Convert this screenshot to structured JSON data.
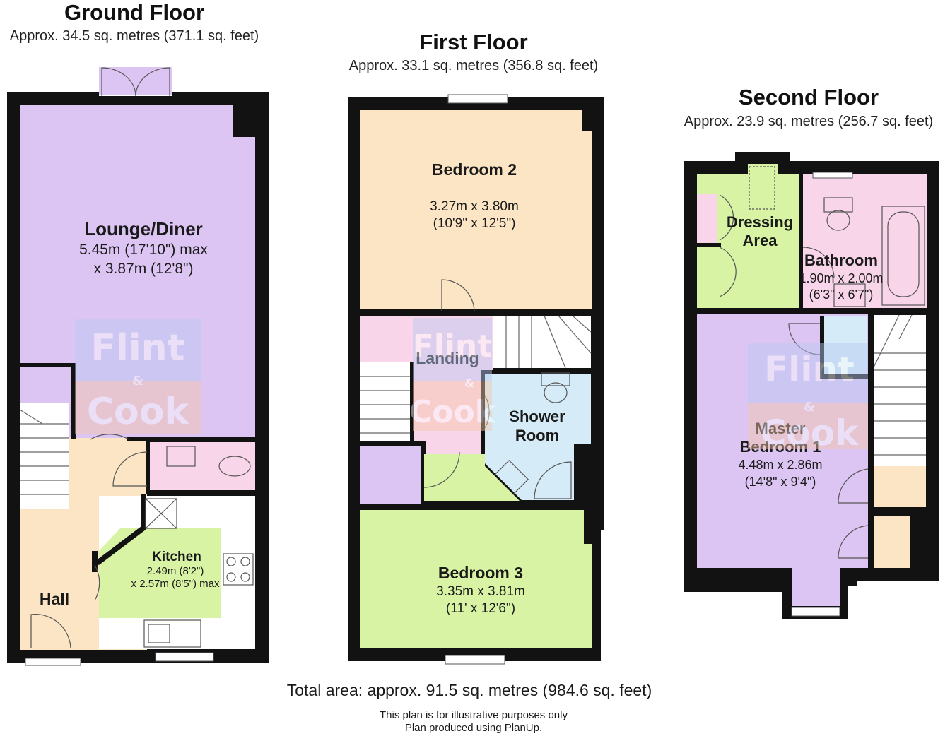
{
  "floors": {
    "ground": {
      "title": "Ground Floor",
      "area": "Approx. 34.5 sq. metres (371.1 sq. feet)",
      "rooms": {
        "lounge": {
          "name": "Lounge/Diner",
          "dim1": "5.45m (17'10\") max",
          "dim2": "x 3.87m (12'8\")"
        },
        "kitchen": {
          "name": "Kitchen",
          "dim1": "2.49m (8'2\")",
          "dim2": "x 2.57m (8'5\") max"
        },
        "hall": {
          "name": "Hall"
        }
      }
    },
    "first": {
      "title": "First Floor",
      "area": "Approx. 33.1 sq. metres (356.8 sq. feet)",
      "rooms": {
        "bedroom2": {
          "name": "Bedroom 2",
          "dim1": "3.27m x 3.80m",
          "dim2": "(10'9\" x 12'5\")"
        },
        "landing": {
          "name": "Landing"
        },
        "shower": {
          "name1": "Shower",
          "name2": "Room"
        },
        "bedroom3": {
          "name": "Bedroom 3",
          "dim1": "3.35m x 3.81m",
          "dim2": "(11' x 12'6\")"
        }
      }
    },
    "second": {
      "title": "Second Floor",
      "area": "Approx. 23.9 sq. metres (256.7 sq. feet)",
      "rooms": {
        "dressing": {
          "name1": "Dressing",
          "name2": "Area"
        },
        "bathroom": {
          "name": "Bathroom",
          "dim1": "1.90m x 2.00m",
          "dim2": "(6'3\" x 6'7\")"
        },
        "master": {
          "name1": "Master",
          "name2": "Bedroom 1",
          "dim1": "4.48m x 2.86m",
          "dim2": "(14'8\" x 9'4\")"
        }
      }
    }
  },
  "footer": {
    "total": "Total area: approx. 91.5 sq. metres (984.6 sq. feet)",
    "note1": "This plan is for illustrative purposes only",
    "note2": "Plan produced using PlanUp."
  },
  "watermark": {
    "line1": "Flint",
    "amp": "&",
    "line2": "Cook"
  },
  "colors": {
    "lounge": "#dcc5f2",
    "hall": "#fbe5c4",
    "wc": "#f9d5ea",
    "kitchen": "#d8f3a4",
    "bedroom2": "#fbe5c4",
    "landing": "#f9d5ea",
    "shower": "#d5ebf7",
    "bedroom3": "#d8f3a4",
    "dressing": "#d8f3a4",
    "bathroom": "#f9d5ea",
    "master": "#dcc5f2",
    "walls": "#121212"
  }
}
